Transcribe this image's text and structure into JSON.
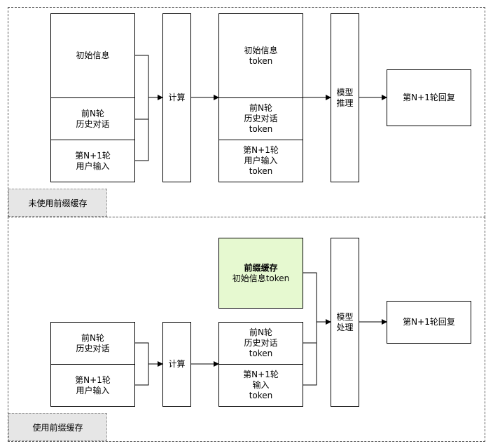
{
  "top": {
    "tag": "未使用前缀缓存",
    "input1": [
      "初始信息"
    ],
    "input2": [
      "前N轮",
      "历史对话"
    ],
    "input3": [
      "第N+1轮",
      "用户输入"
    ],
    "compute": [
      "计算"
    ],
    "token1": [
      "初始信息",
      "token"
    ],
    "token2": [
      "前N轮",
      "历史对话",
      "token"
    ],
    "token3": [
      "第N+1轮",
      "用户输入",
      "token"
    ],
    "model": [
      "模型",
      "推理"
    ],
    "output": [
      "第N+1轮回复"
    ]
  },
  "bottom": {
    "tag": "使用前缀缓存",
    "cache_title": "前缀缓存",
    "cache_body": "初始信息token",
    "input1": [
      "前N轮",
      "历史对话"
    ],
    "input2": [
      "第N+1轮",
      "用户输入"
    ],
    "compute": [
      "计算"
    ],
    "token1": [
      "前N轮",
      "历史对话",
      "token"
    ],
    "token2": [
      "第N+1轮",
      "输入",
      "token"
    ],
    "model": [
      "模型",
      "处理"
    ],
    "output": [
      "第N+1轮回复"
    ]
  }
}
